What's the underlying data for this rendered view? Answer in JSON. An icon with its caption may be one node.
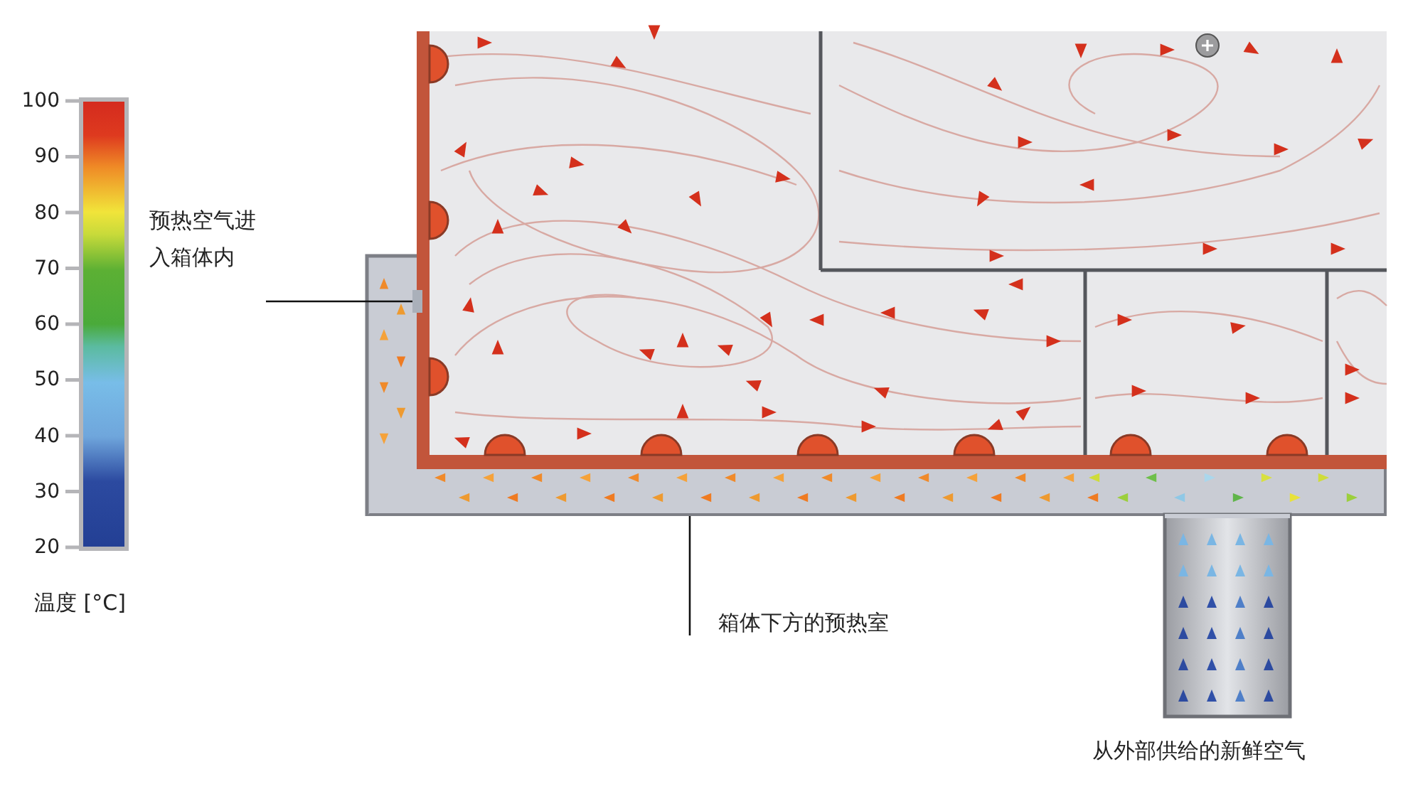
{
  "diagram": {
    "nodes": [
      {
        "text": [
          "预热空气进入箱体内"
        ]
      },
      {
        "text": [],
        "shape": "box"
      },
      {
        "text": [
          "箱体下方的预热室"
        ]
      },
      {
        "text": [],
        "shape": "box"
      }
    ],
    "edges": [
      {
        "from": 0,
        "to": 1,
        "arrow": "none"
      },
      {
        "from": 2,
        "to": 3,
        "arrow": "none"
      }
    ],
    "labels": [
      "100",
      "90",
      "80",
      "70",
      "60",
      "50",
      "40",
      "30",
      "20",
      "温度 [°C]",
      "从外部供给的新鲜空气"
    ]
  }
}
